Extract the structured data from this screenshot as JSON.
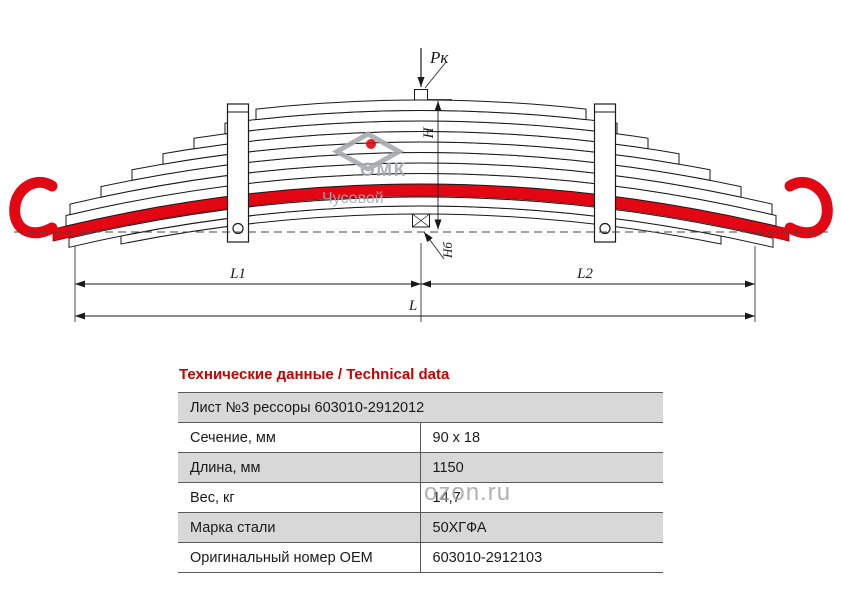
{
  "colors": {
    "leaf_red": "#e30613",
    "title_red": "#cc0000",
    "table_stripe_gray": "#d8d8d8",
    "table_border_gray": "#5a5a5a",
    "logo_gray": "#a7abb0",
    "watermark_gray": "#9e9e9e"
  },
  "drawing": {
    "force_label": "Pк",
    "height_label": "H",
    "base_height_label": "Hб",
    "dims": {
      "l1": "L1",
      "l2": "L2",
      "l": "L"
    },
    "logo": {
      "brand": "ОМК",
      "city": "Чусовой"
    }
  },
  "watermark": {
    "text": "ozon.ru"
  },
  "table": {
    "title": "Технические данные / Technical data",
    "header": "Лист №3 рессоры 603010-2912012",
    "rows": [
      {
        "label": "Сечение, мм",
        "value": "90 x 18"
      },
      {
        "label": "Длина, мм",
        "value": "1150"
      },
      {
        "label": "Вес, кг",
        "value": "14,7"
      },
      {
        "label": "Марка стали",
        "value": "50ХГФА"
      },
      {
        "label": "Оригинальный номер OEM",
        "value": "603010-2912103"
      }
    ]
  }
}
